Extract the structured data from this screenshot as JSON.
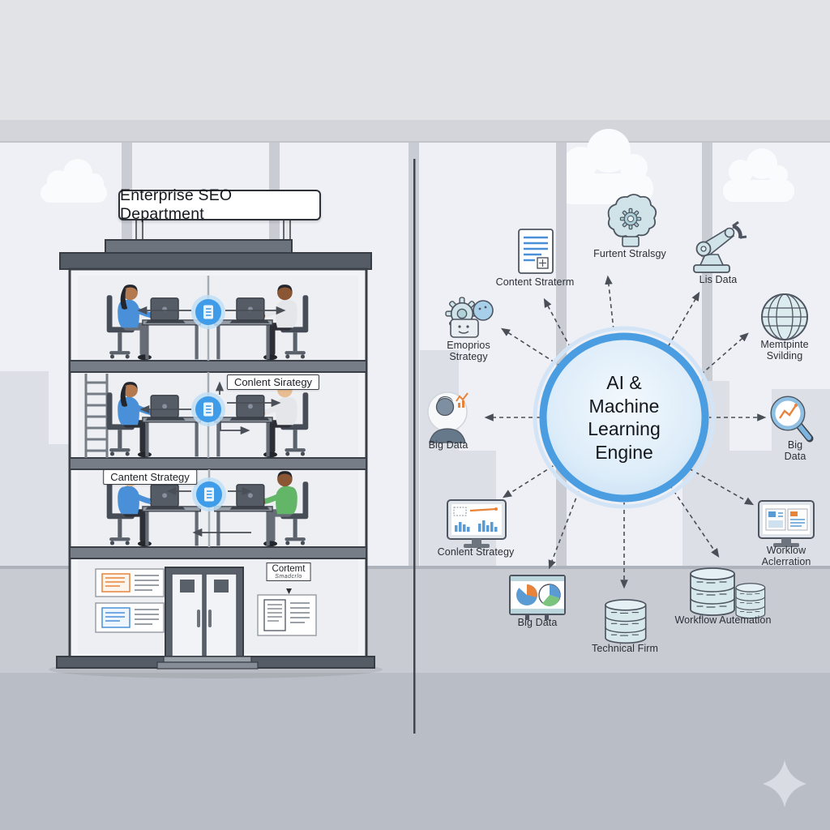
{
  "building": {
    "sign": "Enterprise SEO Department",
    "floor2_sign": "Conlent Sirategy",
    "floor3_sign": "Cantent Strategy",
    "lobby_sign": {
      "title": "Cortemt",
      "sub": "Smadcrlo"
    }
  },
  "hub": {
    "label": "AI &\nMachine Learning\nEngine",
    "ring_color": "#4a9de0"
  },
  "spokes": [
    {
      "icon": "document-icon",
      "label": "Content Straterm"
    },
    {
      "icon": "brain-gear-icon",
      "label": "Furtent Stralsgy"
    },
    {
      "icon": "robot-arm-icon",
      "label": "Lis Data"
    },
    {
      "icon": "globe-icon",
      "label": "Memtpinte Svilding"
    },
    {
      "icon": "magnifier-chart-icon",
      "label": "Big Data"
    },
    {
      "icon": "monitor-documents-icon",
      "label": "Worklow Aclerration"
    },
    {
      "icon": "database-stacks-icon",
      "label": "Workflow Autemation"
    },
    {
      "icon": "database-icon",
      "label": "Technical Firm"
    },
    {
      "icon": "pie-charts-board-icon",
      "label": "Big Data"
    },
    {
      "icon": "monitor-bar-chart-icon",
      "label": "Conlent Strategy"
    },
    {
      "icon": "person-analytics-icon",
      "label": "Big Data"
    },
    {
      "icon": "gear-face-icon",
      "label": "Emoprios\nStrategy"
    }
  ],
  "colors": {
    "accent_blue": "#4a90d9",
    "hub_ring": "#4a9de0",
    "accent_orange": "#e8833a",
    "accent_green": "#7bc47e",
    "icon_fill": "#d3e5ea",
    "icon_stroke": "#4e5560"
  }
}
